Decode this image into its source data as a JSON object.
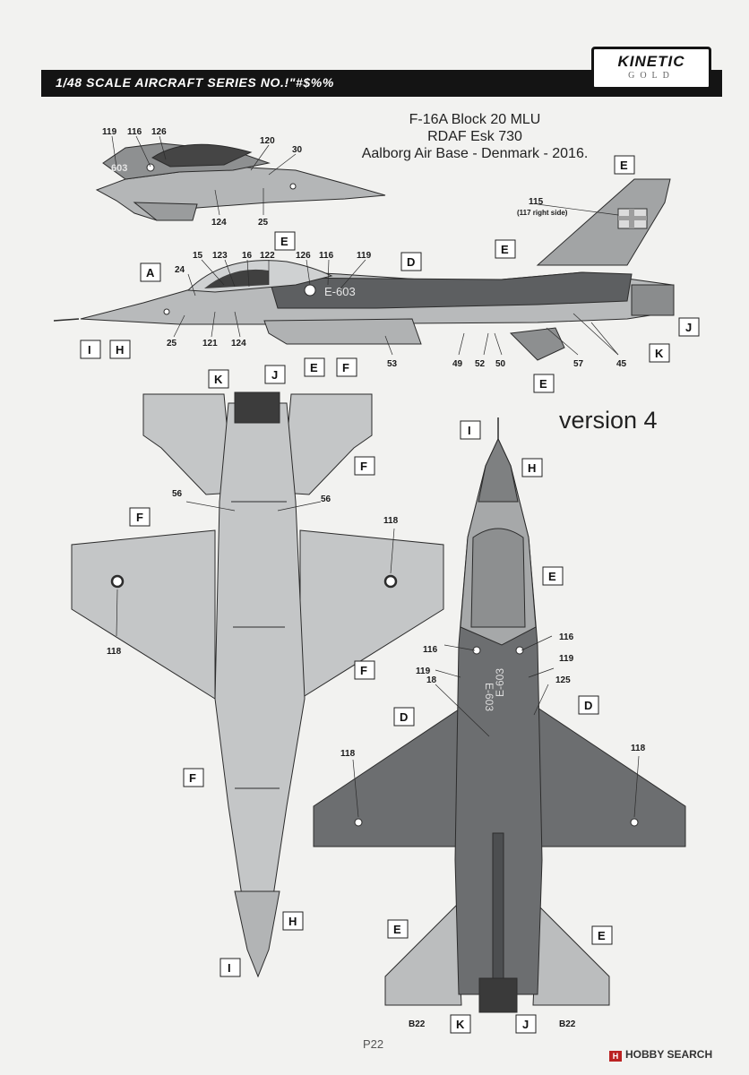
{
  "header": {
    "series_title": "1/48 SCALE AIRCRAFT SERIES NO.!\"#$%%",
    "logo_brand": "KINETIC",
    "logo_sub": "GOLD"
  },
  "aircraft": {
    "line1": "F-16A Block 20 MLU",
    "line2": "RDAF Esk 730",
    "line3": "Aalborg Air Base - Denmark - 2016."
  },
  "version_label": "version 4",
  "page_number": "P22",
  "watermark": "HOBBY SEARCH",
  "serials": {
    "small_profile": "603",
    "main_profile": "E-603",
    "under_left": "E-603",
    "under_right": "E-603"
  },
  "callouts": {
    "small_profile": [
      "119",
      "116",
      "126",
      "120",
      "30",
      "124",
      "25"
    ],
    "main_profile": [
      "15",
      "123",
      "16",
      "122",
      "126",
      "116",
      "119",
      "24",
      "25",
      "121",
      "124",
      "53",
      "49",
      "52",
      "50",
      "57",
      "45"
    ],
    "tail": [
      "115",
      "(117 right side)"
    ],
    "top_view": [
      "56",
      "56",
      "118",
      "118"
    ],
    "under_view": [
      "116",
      "116",
      "119",
      "119",
      "18",
      "125",
      "118",
      "118",
      "B22",
      "B22"
    ]
  },
  "boxes": {
    "E": "E",
    "D": "D",
    "A": "A",
    "I": "I",
    "H": "H",
    "J": "J",
    "K": "K",
    "F": "F"
  },
  "colors": {
    "light_grey": "#c6c8c9",
    "medium_grey": "#a8aaab",
    "dark_grey": "#6e7072",
    "line": "#2c2c2c"
  }
}
